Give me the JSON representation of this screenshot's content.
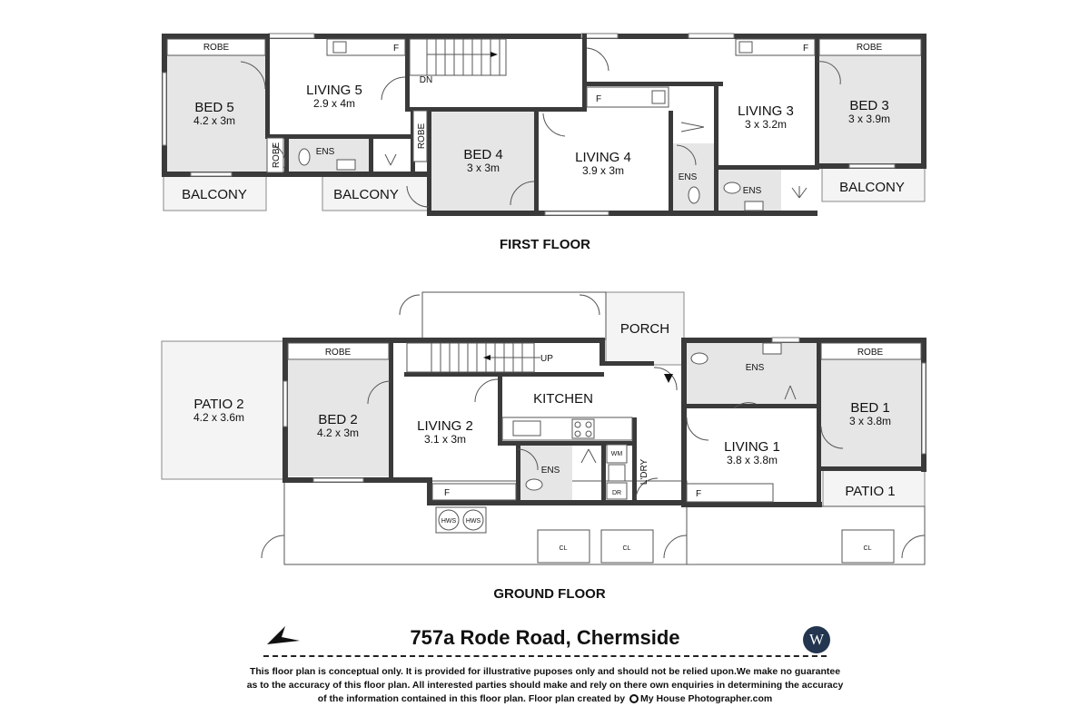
{
  "first_floor": {
    "title": "FIRST FLOOR",
    "rooms": {
      "bed5": {
        "name": "BED 5",
        "dims": "4.2 x 3m"
      },
      "living5": {
        "name": "LIVING 5",
        "dims": "2.9 x 4m"
      },
      "bed4": {
        "name": "BED 4",
        "dims": "3 x 3m"
      },
      "living4": {
        "name": "LIVING 4",
        "dims": "3.9 x 3m"
      },
      "living3": {
        "name": "LIVING 3",
        "dims": "3 x 3.2m"
      },
      "bed3": {
        "name": "BED 3",
        "dims": "3 x 3.9m"
      }
    },
    "labels": {
      "robe": "ROBE",
      "ens": "ENS",
      "balcony": "BALCONY",
      "dn": "DN",
      "fridge": "F"
    }
  },
  "ground_floor": {
    "title": "GROUND FLOOR",
    "rooms": {
      "patio2": {
        "name": "PATIO 2",
        "dims": "4.2 x 3.6m"
      },
      "bed2": {
        "name": "BED 2",
        "dims": "4.2 x 3m"
      },
      "living2": {
        "name": "LIVING 2",
        "dims": "3.1 x 3m"
      },
      "kitchen": {
        "name": "KITCHEN"
      },
      "porch": {
        "name": "PORCH"
      },
      "living1": {
        "name": "LIVING 1",
        "dims": "3.8 x 3.8m"
      },
      "bed1": {
        "name": "BED 1",
        "dims": "3 x 3.8m"
      },
      "patio1": {
        "name": "PATIO 1"
      }
    },
    "labels": {
      "robe": "ROBE",
      "ens": "ENS",
      "up": "UP",
      "laundry": "L'DRY",
      "wm": "WM",
      "dr": "DR",
      "hws": "HWS",
      "cl": "CL",
      "fridge": "F"
    }
  },
  "footer": {
    "address": "757a Rode Road, Chermside",
    "logo_letter": "W",
    "disclaimer_line1": "This floor plan is conceptual only. It is provided for illustrative puposes only and should not be relied upon.We make no guarantee",
    "disclaimer_line2": "as to the accuracy of this floor plan. All interested parties should make and rely on there own enquiries in determining the accuracy",
    "disclaimer_line3_prefix": "of the information contained in this floor plan. Floor plan created by",
    "disclaimer_brand": "My House Photographer.com"
  },
  "colors": {
    "wall": "#3a3a3a",
    "bedroom_fill": "#e6e6e6",
    "logo_badge": "#23354f"
  }
}
